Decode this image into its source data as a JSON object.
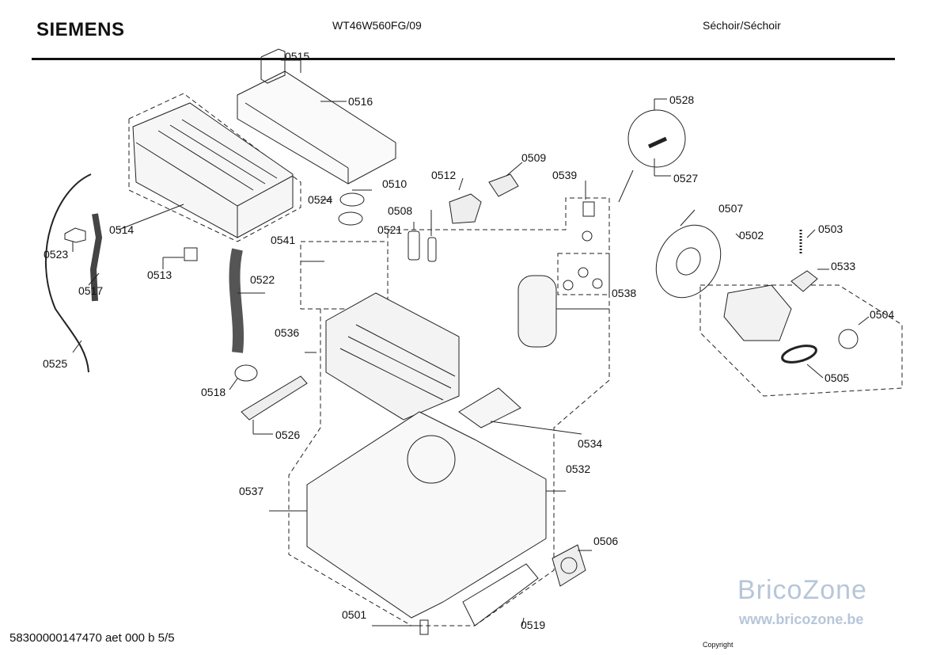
{
  "header": {
    "brand": "SIEMENS",
    "model": "WT46W560FG/09",
    "category": "Séchoir/Séchoir"
  },
  "footer": {
    "code": "58300000147470 aet 000 b 5/5",
    "copyright": "Copyright"
  },
  "watermark": {
    "title": "BricoZone",
    "url": "www.bricozone.be"
  },
  "parts": [
    "0501",
    "0502",
    "0503",
    "0504",
    "0505",
    "0506",
    "0507",
    "0508",
    "0509",
    "0510",
    "0512",
    "0513",
    "0514",
    "0515",
    "0516",
    "0517",
    "0518",
    "0519",
    "0521",
    "0522",
    "0523",
    "0524",
    "0525",
    "0526",
    "0527",
    "0528",
    "0532",
    "0533",
    "0534",
    "0536",
    "0537",
    "0538",
    "0539",
    "0541"
  ]
}
